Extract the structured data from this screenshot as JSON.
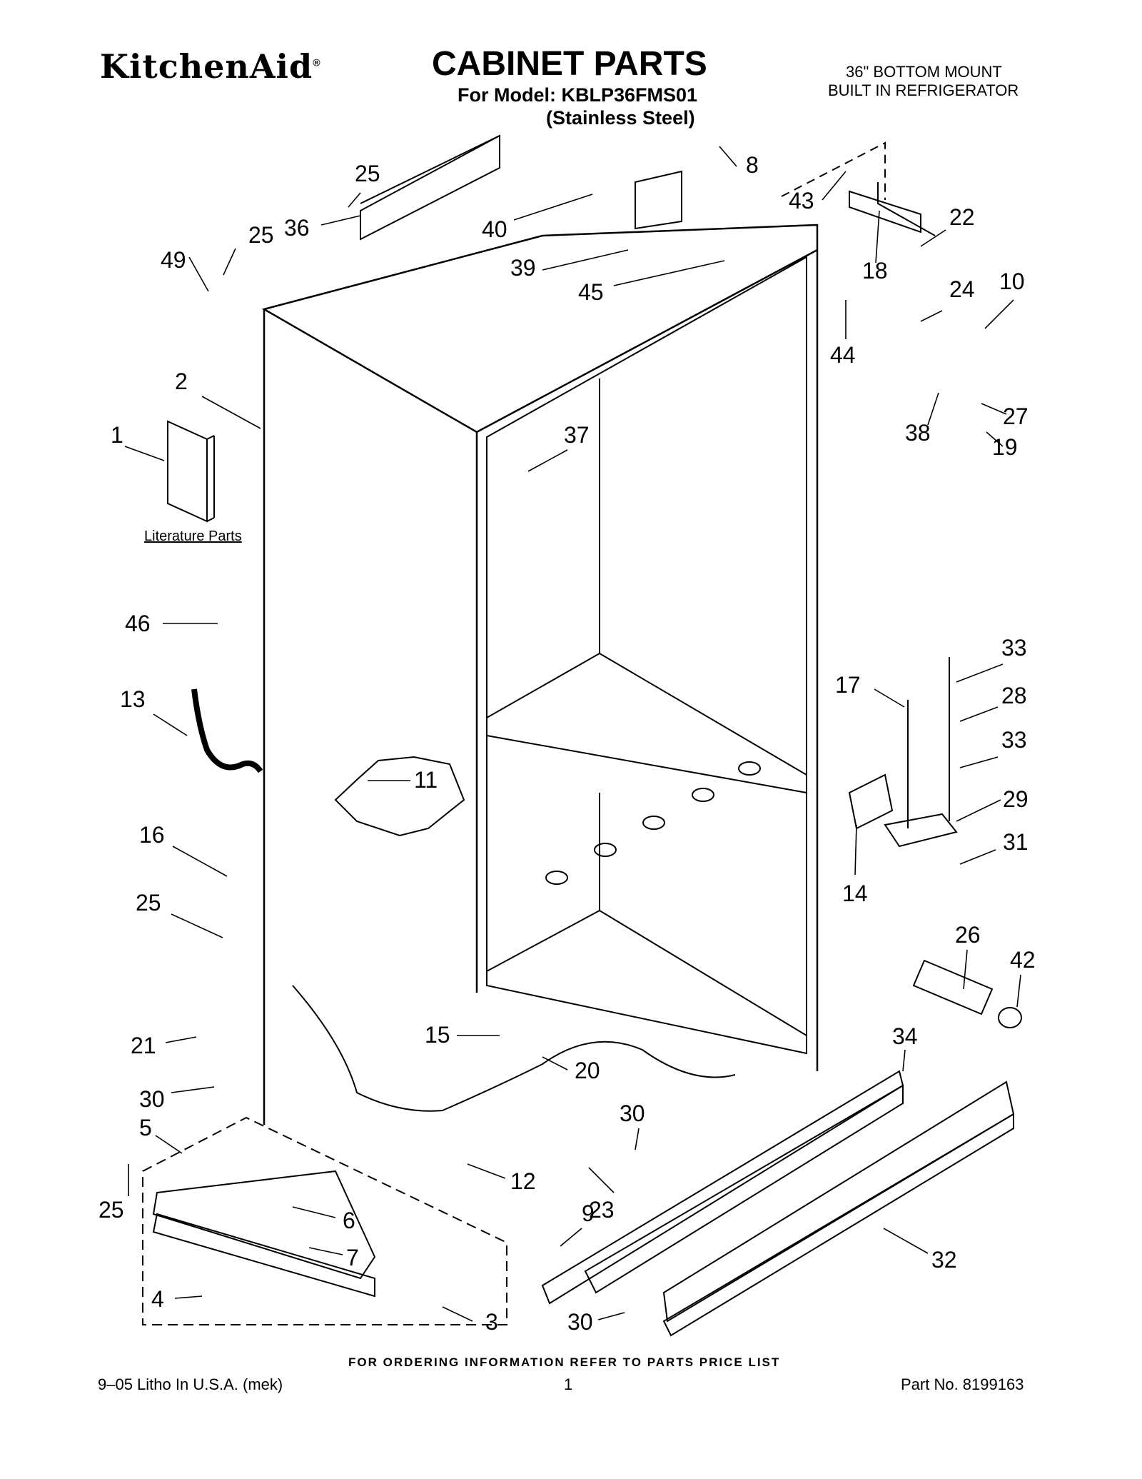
{
  "header": {
    "brand": "KitchenAid",
    "title": "CABINET PARTS",
    "model_line": "For Model: KBLP36FMS01",
    "variant": "(Stainless Steel)",
    "type_line1": "36\" BOTTOM MOUNT",
    "type_line2": "BUILT IN REFRIGERATOR"
  },
  "literature_label": "Literature Parts",
  "callouts": [
    "25",
    "8",
    "43",
    "22",
    "40",
    "36",
    "25",
    "49",
    "39",
    "45",
    "18",
    "44",
    "24",
    "10",
    "2",
    "1",
    "37",
    "38",
    "27",
    "19",
    "46",
    "33",
    "17",
    "28",
    "13",
    "33",
    "11",
    "29",
    "16",
    "14",
    "31",
    "25",
    "26",
    "42",
    "21",
    "15",
    "20",
    "34",
    "30",
    "5",
    "30",
    "12",
    "9",
    "23",
    "25",
    "6",
    "7",
    "32",
    "4",
    "3",
    "30"
  ],
  "footer": {
    "ordering_note": "FOR ORDERING INFORMATION REFER TO PARTS PRICE LIST",
    "litho": "9–05 Litho In U.S.A. (mek)",
    "page": "1",
    "part_no": "Part No. 8199163"
  }
}
